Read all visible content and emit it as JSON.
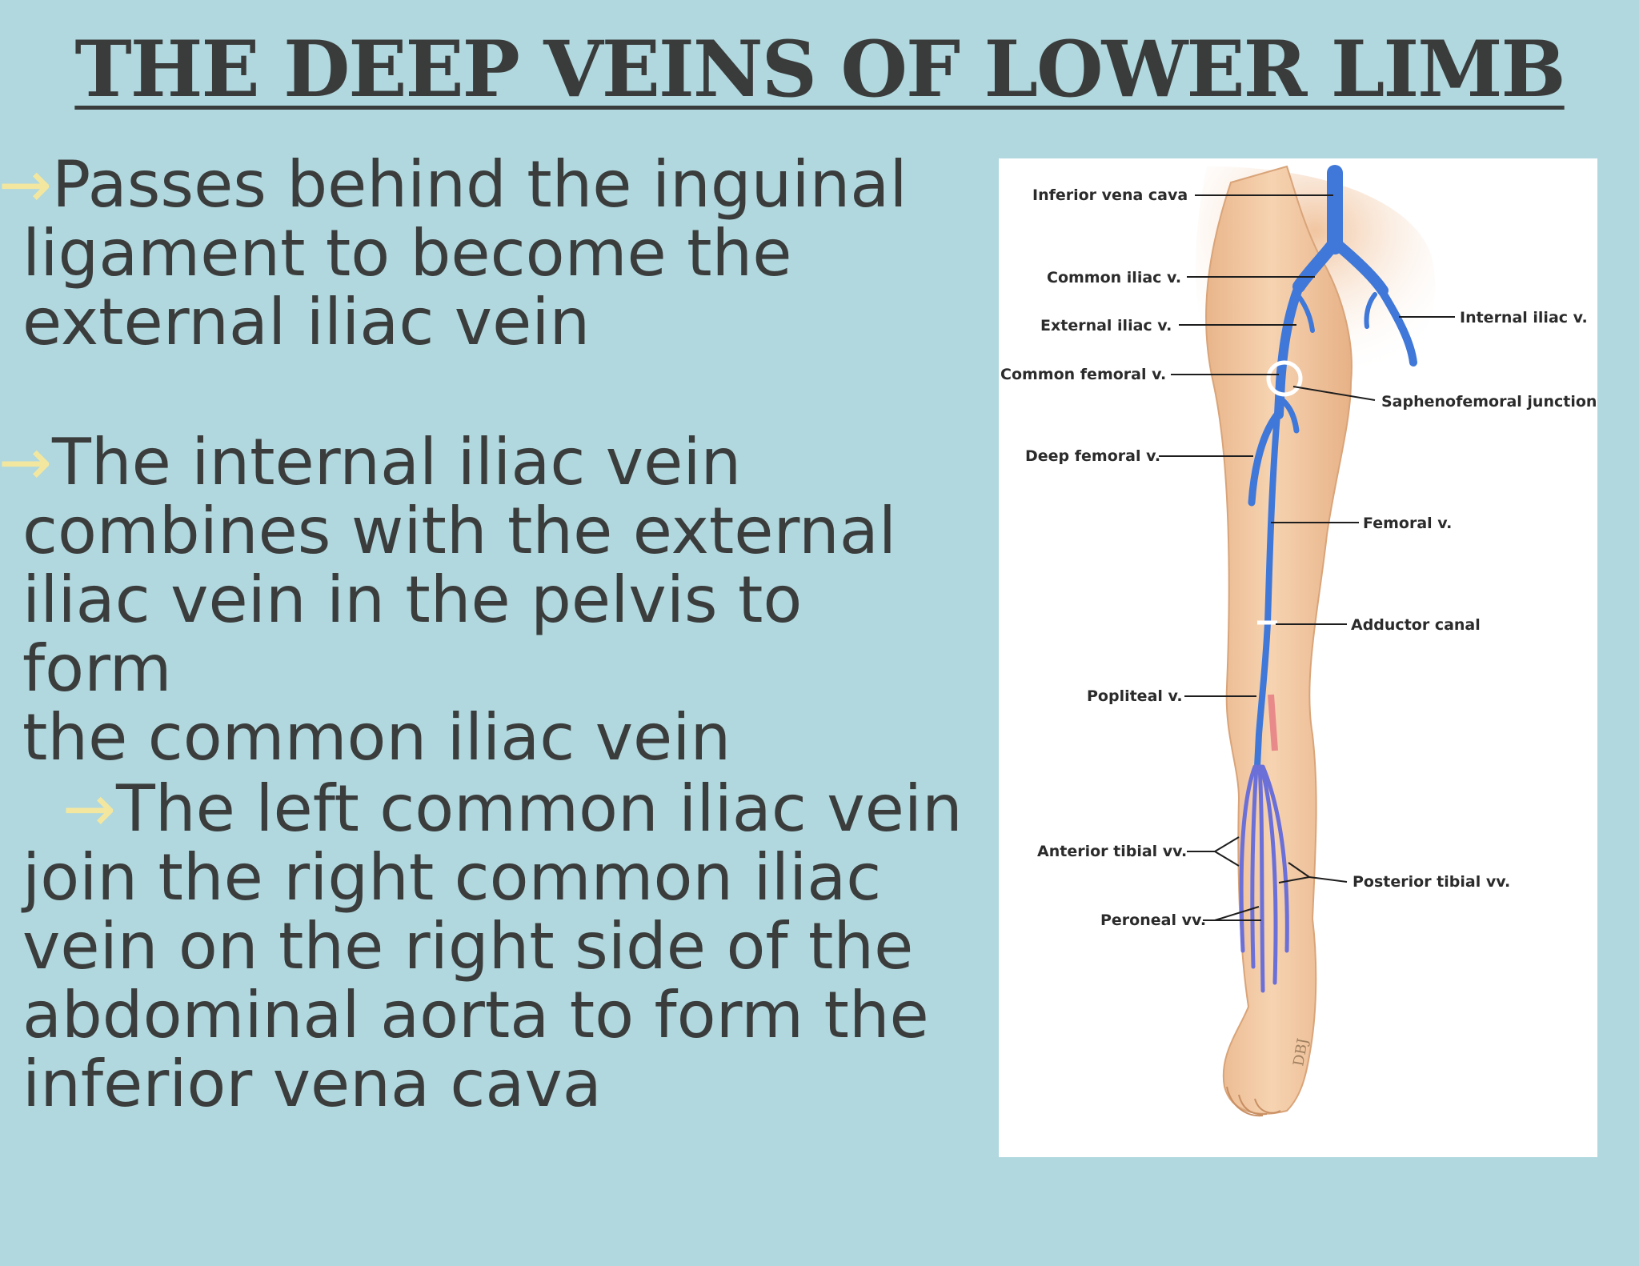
{
  "title": "THE DEEP VEINS OF LOWER LIMB",
  "bullets": [
    {
      "arrow": "→",
      "lines": [
        "Passes behind the inguinal",
        "ligament to become the",
        "external iliac vein"
      ]
    },
    {
      "arrow": "→",
      "lines": [
        "The internal iliac vein",
        "combines with the external",
        "iliac vein in the pelvis to form",
        "the common iliac vein"
      ]
    },
    {
      "arrow": "→",
      "lines": [
        "The left common iliac vein",
        "join the right common iliac",
        "vein on the right side of the",
        "abdominal aorta to form the",
        "inferior vena cava"
      ]
    }
  ],
  "figure": {
    "labels": {
      "ivc": "Inferior vena cava",
      "common_iliac": "Common iliac v.",
      "external_iliac": "External iliac v.",
      "internal_iliac": "Internal iliac v.",
      "common_femoral": "Common femoral v.",
      "saphenofemoral": "Saphenofemoral junction",
      "deep_femoral": "Deep femoral v.",
      "femoral": "Femoral v.",
      "adductor": "Adductor canal",
      "popliteal": "Popliteal v.",
      "anterior_tibial": "Anterior tibial vv.",
      "posterior_tibial": "Posterior tibial vv.",
      "peroneal": "Peroneal vv."
    },
    "signature": "DBJ",
    "colors": {
      "skin": "#f2c9a2",
      "vein": "#3f78d8",
      "artery": "#e88a8a"
    }
  }
}
